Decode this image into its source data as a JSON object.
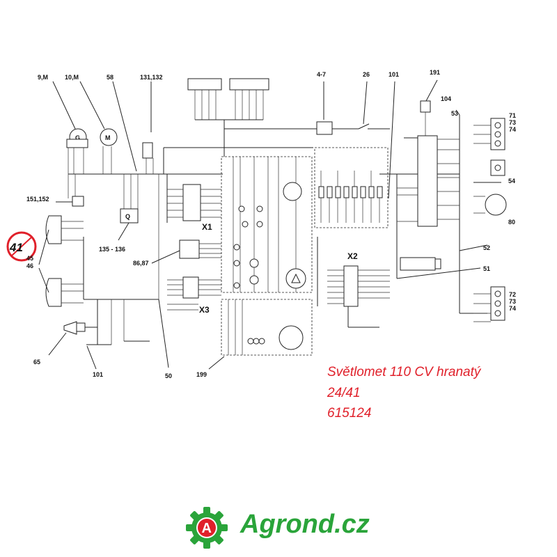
{
  "callout_number": "41",
  "caption": {
    "line1": "Světlomet 110 CV hranatý",
    "line2": "24/41",
    "line3": "615124"
  },
  "brand": {
    "logo_letter": "A",
    "name": "Agrond.cz",
    "logo_color": "#2aa43a",
    "logo_letter_color": "#e0202a"
  },
  "top_labels": {
    "l_9m": "9,M",
    "l_10m": "10,M",
    "l_58": "58",
    "l_131": "131,132",
    "l_4_7": "4-7",
    "l_26": "26",
    "l_101_top": "101",
    "l_191": "191",
    "l_104": "104",
    "l_53": "53",
    "l_71a": "71",
    "l_73a": "73",
    "l_74a": "74",
    "l_54": "54",
    "l_80": "80",
    "l_52": "52",
    "l_51": "51",
    "l_72b": "72",
    "l_73b": "73",
    "l_74b": "74"
  },
  "left_labels": {
    "l_151": "151,152",
    "l_135": "135 - 136",
    "l_45": "45",
    "l_46": "46",
    "l_86": "86,87",
    "l_65": "65",
    "l_101_bot": "101",
    "l_50": "50",
    "l_199": "199",
    "x1": "X1",
    "x2": "X2",
    "x3": "X3",
    "g": "G",
    "m": "M",
    "q": "Q"
  },
  "colors": {
    "wire": "#222222",
    "callout_ring": "#e0202a",
    "caption_text": "#e0202a"
  }
}
